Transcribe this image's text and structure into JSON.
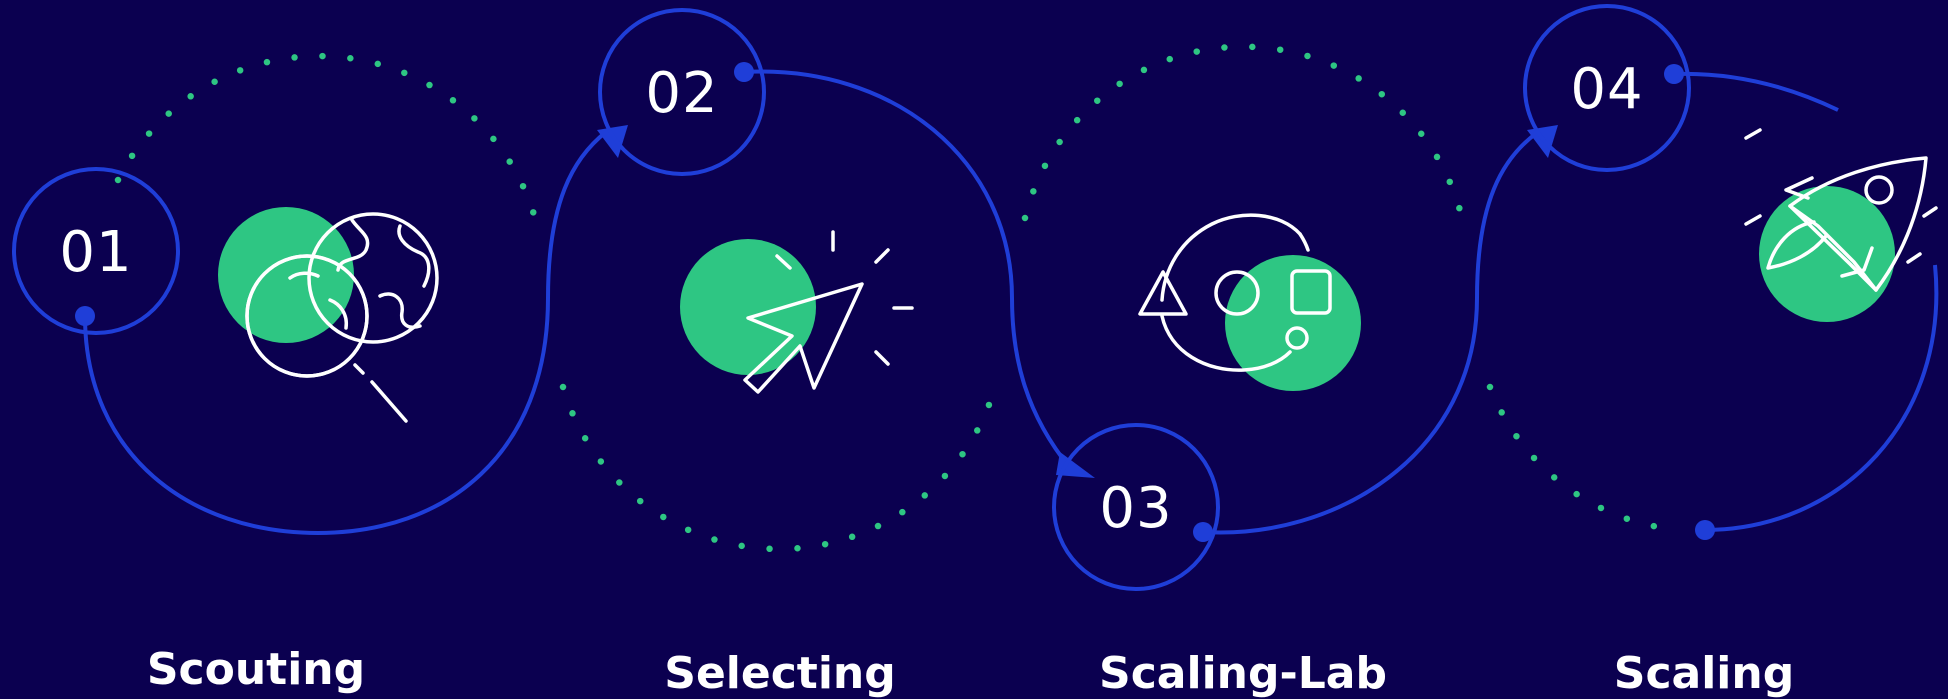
{
  "colors": {
    "background": "#0b0050",
    "accent_blue": "#1f3ed8",
    "accent_green": "#2ec683",
    "foreground": "#ffffff"
  },
  "steps": [
    {
      "number": "01",
      "label": "Scouting",
      "icon": "magnifier-globe-icon"
    },
    {
      "number": "02",
      "label": "Selecting",
      "icon": "cursor-click-icon"
    },
    {
      "number": "03",
      "label": "Scaling-Lab",
      "icon": "shapes-cycle-icon"
    },
    {
      "number": "04",
      "label": "Scaling",
      "icon": "rocket-icon"
    }
  ]
}
